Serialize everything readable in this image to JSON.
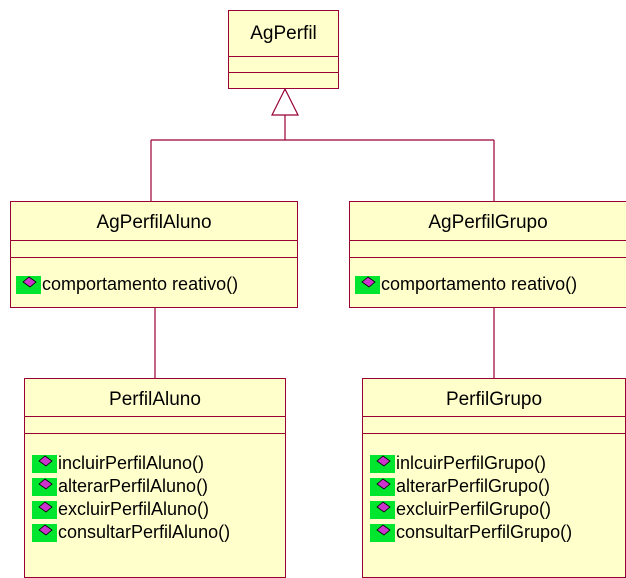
{
  "classes": {
    "ag_perfil": {
      "name": "AgPerfil",
      "operations": []
    },
    "ag_perfil_aluno": {
      "name": "AgPerfilAluno",
      "operations": [
        "comportamento reativo()"
      ]
    },
    "ag_perfil_grupo": {
      "name": "AgPerfilGrupo",
      "operations": [
        "comportamento reativo()"
      ]
    },
    "perfil_aluno": {
      "name": "PerfilAluno",
      "operations": [
        "incluirPerfilAluno()",
        "alterarPerfilAluno()",
        "excluirPerfilAluno()",
        "consultarPerfilAluno()"
      ]
    },
    "perfil_grupo": {
      "name": "PerfilGrupo",
      "operations": [
        "inlcuirPerfilGrupo()",
        "alterarPerfilGrupo()",
        "excluirPerfilGrupo()",
        "consultarPerfilGrupo()"
      ]
    }
  },
  "colors": {
    "class_fill": "#ffffcc",
    "class_border": "#990033",
    "op_icon_green": "#00e62e",
    "op_icon_magenta": "#cc33cc"
  },
  "icons": {
    "operation": "public-operation-icon",
    "generalization": "generalization-arrow"
  }
}
